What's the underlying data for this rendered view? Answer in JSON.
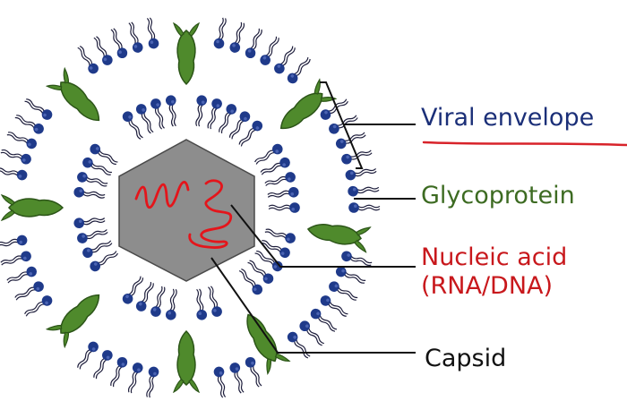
{
  "labels": {
    "viral_envelope": "Viral envelope",
    "glycoprotein": "Glycoprotein",
    "nucleic_acid_line1": "Nucleic acid",
    "nucleic_acid_line2": "(RNA/DNA)",
    "capsid": "Capsid"
  },
  "colors": {
    "viral_envelope_text": "#1b2f78",
    "glycoprotein_text": "#3d6b22",
    "nucleic_acid_text": "#c8181c",
    "capsid_text": "#111111",
    "underline": "#d8232a",
    "head": "#1f3a8a",
    "head_highlight": "#6f86d6",
    "tail": "#1e1e3c",
    "protein_fill": "#4f8a2c",
    "protein_stroke": "#2c5518",
    "capsid_fill": "#8d8d8d",
    "capsid_stroke": "#4a4a4a",
    "rna": "#e4151b",
    "leader": "#111111"
  },
  "icons": {
    "lipid": "phospholipid-icon",
    "protein": "glycoprotein-icon",
    "capsid": "capsid-hexagon-icon",
    "rna": "rna-strand-icon"
  }
}
